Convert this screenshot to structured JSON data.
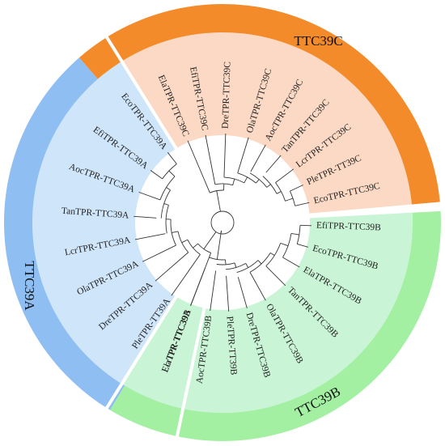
{
  "clades": [
    {
      "name": "TTC39C",
      "band_color": "#F48B2A",
      "fill_color": "#FBD9C4",
      "leaves": [
        "EcoTPR-TTC39C",
        "PleTPR-TT39C",
        "LcrTPR-TTC39C",
        "TanTPR-TTC39C",
        "AocTPR-TTC39C",
        "OlaTPR-TTC39C",
        "DreTPR-TTC39C",
        "EfiTPR-TTC39C",
        "ElaTPR-TTC39C"
      ]
    },
    {
      "name": "TTC39A",
      "band_color": "#8FBEF2",
      "fill_color": "#CFE5F9",
      "leaves": [
        "EcoTPR-TTC39A",
        "EfiTPR-TTC39A",
        "AocTPR-TTC39A",
        "TanTPR-TTC39A",
        "LcrTPR-TTC39A",
        "OlaTPR-TTC39A",
        "DreTPR-TTC39A",
        "PleTPR-TT39A",
        "ElaTPR-TTC39A"
      ]
    },
    {
      "name": "TTC39B",
      "band_color": "#A3F0A3",
      "fill_color": "#C9F5D6",
      "leaves": [
        "LcrTPR-TTC39B",
        "AocTPR-TTC39B",
        "PleTPR-TT39B",
        "DreTPR-TTC39B",
        "OlaTPR-TTC39B",
        "TanTPR-TTC39B",
        "ElaTPR-TTC39B",
        "EcoTPR-TTC39B",
        "EfiTPR-TTC39B"
      ]
    }
  ]
}
